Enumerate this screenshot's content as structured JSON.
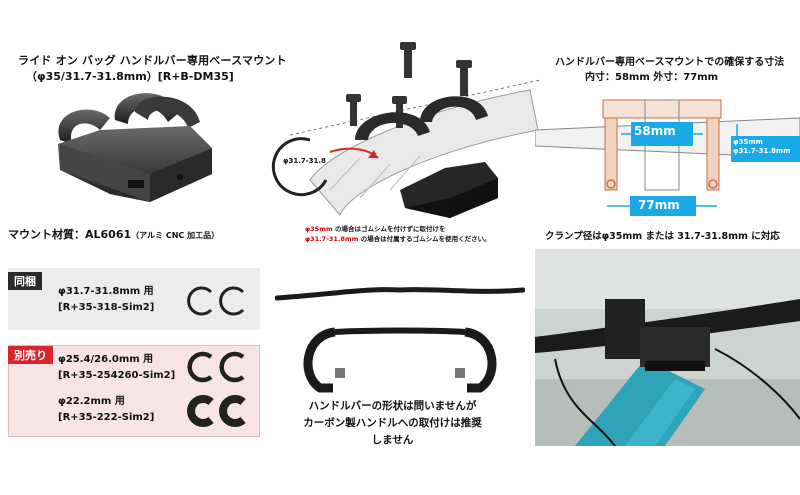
{
  "left": {
    "title": "ライド オン バッグ ハンドルバー専用ベースマウント",
    "subtitle": "（φ35/31.7-31.8mm）[R+B-DM35]",
    "material": "マウント材質：AL6061",
    "material_note": "（アルミ CNC 加工品）"
  },
  "center": {
    "shim_label": "φ31.7-31.8",
    "note_line1_phi": "φ35mm",
    "note_line1_rest": " の場合はゴムシムを付けずに取付けを",
    "note_line2_phi": "φ31.7-31.8mm",
    "note_line2_rest": " の場合は付属するゴムシムを使用ください。",
    "bottom_note_line1": "ハンドルバーの形状は問いませんが",
    "bottom_note_line2": "カーボン製ハンドルへの取付けは推奨しません"
  },
  "right": {
    "title": "ハンドルバー専用ベースマウントでの確保する寸法",
    "subtitle": "内寸：58mm  外寸：77mm",
    "dim_inner": "58mm",
    "dim_outer": "77mm",
    "dim_dia1": "φ35mm",
    "dim_dia2": "φ31.7-31.8mm",
    "clamp_note": "クランプ径はφ35mm または 31.7-31.8mm に対応"
  },
  "included": {
    "tag": "同梱",
    "line1": "φ31.7-31.8mm 用",
    "line2": "[R+35-318-Sim2]"
  },
  "sold_separately": {
    "tag": "別売り",
    "item1_line1": "φ25.4/26.0mm 用",
    "item1_line2": "[R+35-254260-Sim2]",
    "item2_line1": "φ22.2mm 用",
    "item2_line2": "[R+35-222-Sim2]"
  },
  "colors": {
    "accent_blue": "#1aa9e8",
    "dim_red": "#e06b3a",
    "tag_red": "#d9262e",
    "tag_dark": "#2a2a2a"
  }
}
